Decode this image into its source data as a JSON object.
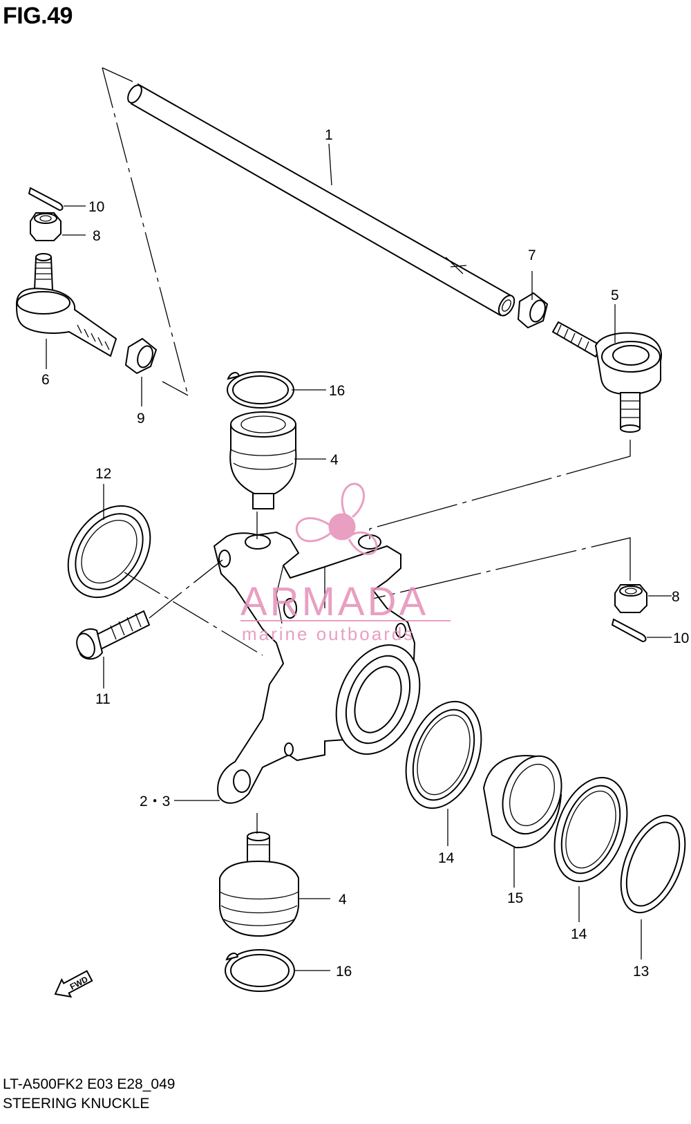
{
  "figure": {
    "title": "FIG.49"
  },
  "footer": {
    "model": "LT-A500FK2 E03 E28_049",
    "name": "STEERING KNUCKLE"
  },
  "watermark": {
    "brand": "ARMADA",
    "tagline": "marine outboards",
    "color": "#e48fb8"
  },
  "fwd_label": "FWD",
  "callouts": {
    "c1": "1",
    "c2_3": "2・3",
    "c4_top": "4",
    "c4_bottom": "4",
    "c5": "5",
    "c6": "6",
    "c7": "7",
    "c8_left": "8",
    "c8_right": "8",
    "c9": "9",
    "c10_left": "10",
    "c10_right": "10",
    "c11": "11",
    "c12": "12",
    "c13": "13",
    "c14_a": "14",
    "c14_b": "14",
    "c15": "15",
    "c16_top": "16",
    "c16_bottom": "16"
  }
}
